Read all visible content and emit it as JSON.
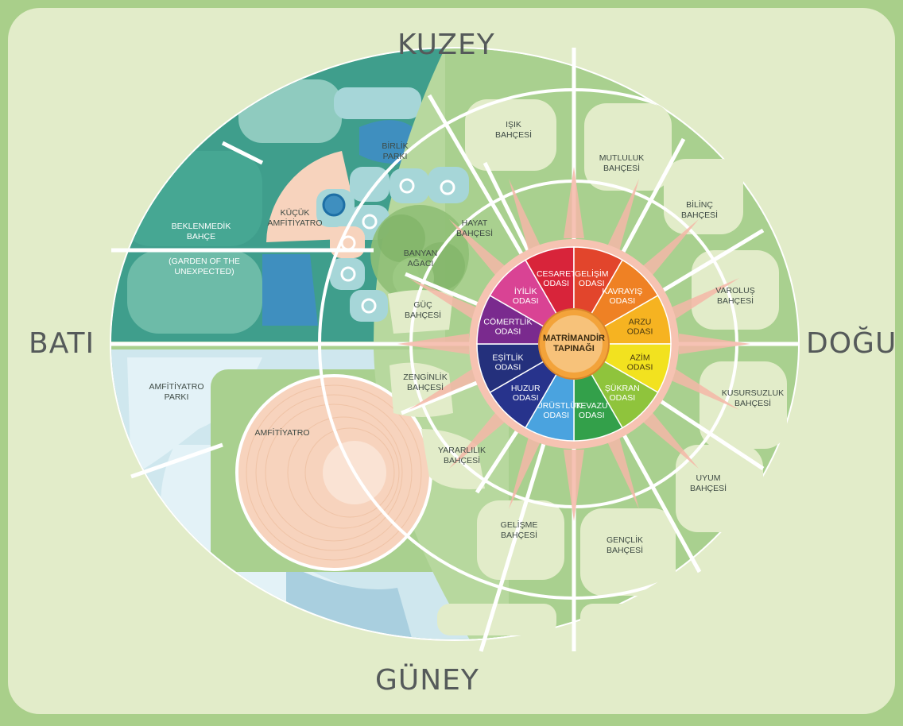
{
  "directions": {
    "north": "KUZEY",
    "south": "GÜNEY",
    "west": "BATI",
    "east": "DOĞU"
  },
  "center": {
    "line1": "MATRİMANDİR",
    "line2": "TAPINAĞI"
  },
  "rooms": [
    {
      "line1": "CESARET",
      "line2": "ODASI",
      "color": "#d8243a"
    },
    {
      "line1": "GELİŞİM",
      "line2": "ODASI",
      "color": "#e2452c"
    },
    {
      "line1": "KAVRAYIŞ",
      "line2": "ODASI",
      "color": "#ef8124"
    },
    {
      "line1": "ARZU",
      "line2": "ODASI",
      "color": "#f6b321"
    },
    {
      "line1": "AZİM",
      "line2": "ODASI",
      "color": "#f2e21f"
    },
    {
      "line1": "ŞÜKRAN",
      "line2": "ODASI",
      "color": "#8fc43c"
    },
    {
      "line1": "TEVAZU",
      "line2": "ODASI",
      "color": "#33a04a"
    },
    {
      "line1": "DÜRÜSTLÜK",
      "line2": "ODASI",
      "color": "#4aa3df"
    },
    {
      "line1": "HUZUR",
      "line2": "ODASI",
      "color": "#27338c"
    },
    {
      "line1": "EŞİTLİK",
      "line2": "ODASI",
      "color": "#24307c"
    },
    {
      "line1": "CÖMERTLİK",
      "line2": "ODASI",
      "color": "#7a2a8e"
    },
    {
      "line1": "İYİLİK",
      "line2": "ODASI",
      "color": "#d94394"
    }
  ],
  "gardens": {
    "isik": {
      "line1": "IŞIK",
      "line2": "BAHÇESİ"
    },
    "mutluluk": {
      "line1": "MUTLULUK",
      "line2": "BAHÇESİ"
    },
    "bilinc": {
      "line1": "BİLİNÇ",
      "line2": "BAHÇESİ"
    },
    "varolus": {
      "line1": "VAROLUŞ",
      "line2": "BAHÇESİ"
    },
    "kusursuzluk": {
      "line1": "KUSURSUZLUK",
      "line2": "BAHÇESİ"
    },
    "uyum": {
      "line1": "UYUM",
      "line2": "BAHÇESİ"
    },
    "genclik": {
      "line1": "GENÇLİK",
      "line2": "BAHÇESİ"
    },
    "gelisme": {
      "line1": "GELİŞME",
      "line2": "BAHÇESİ"
    },
    "yararlilik": {
      "line1": "YARARLILIK",
      "line2": "BAHÇESİ"
    },
    "zenginlik": {
      "line1": "ZENGİNLİK",
      "line2": "BAHÇESİ"
    },
    "guc": {
      "line1": "GÜÇ",
      "line2": "BAHÇESİ"
    },
    "hayat": {
      "line1": "HAYAT",
      "line2": "BAHÇESİ"
    }
  },
  "places": {
    "birlik": {
      "line1": "BİRLİK",
      "line2": "PARKI"
    },
    "kucuk": {
      "line1": "KÜÇÜK",
      "line2": "AMFİTİYATRO"
    },
    "beklenmedik": {
      "line1": "BEKLENMEDİK",
      "line2": "BAHÇE"
    },
    "garden": {
      "line1": "(GARDEN OF THE",
      "line2": "UNEXPECTED)"
    },
    "banyan": {
      "line1": "BANYAN",
      "line2": "AĞACI"
    },
    "amfipark": {
      "line1": "AMFİTİYATRO",
      "line2": "PARKI"
    },
    "amfi": {
      "line1": "AMFİTİYATRO"
    }
  },
  "colors": {
    "background": "#a9cf8a",
    "card": "#e2ecc9",
    "teal": "#3f9e8c",
    "peach": "#f7d3bd",
    "sky": "#cfe7ee"
  }
}
